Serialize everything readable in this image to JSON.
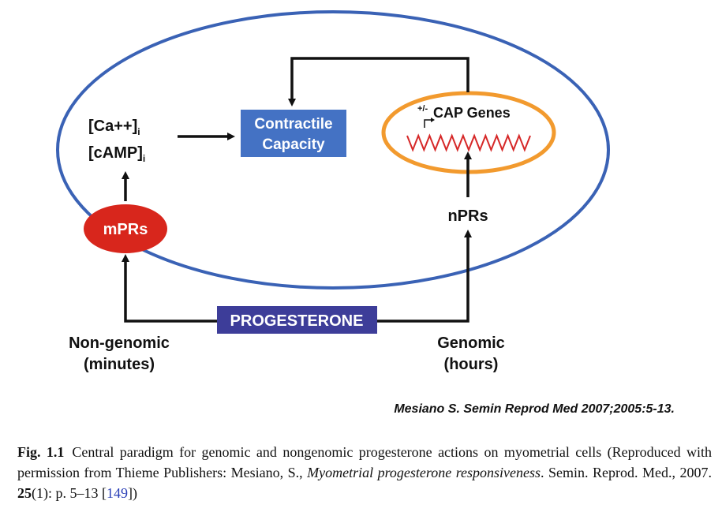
{
  "diagram": {
    "ca_label": "[Ca++]",
    "ca_sub": "i",
    "camp_label": "[cAMP]",
    "camp_sub": "i",
    "contractile_line1": "Contractile",
    "contractile_line2": "Capacity",
    "cap_sign": "+/-",
    "cap_genes": "CAP Genes",
    "mprs": "mPRs",
    "nprs": "nPRs",
    "progesterone": "PROGESTERONE",
    "nongenomic_line1": "Non-genomic",
    "nongenomic_line2": "(minutes)",
    "genomic_line1": "Genomic",
    "genomic_line2": "(hours)",
    "colors": {
      "cell_ellipse": "#3a62b5",
      "nucleus": "#f29a2e",
      "contractile_box": "#4472c4",
      "mprs": "#d8261c",
      "progesterone_box": "#3d3d99",
      "dna": "#d62828"
    }
  },
  "credit": "Mesiano S. Semin Reprod Med 2007;2005:5-13.",
  "caption": {
    "fig": "Fig. 1.1",
    "text1": "Central paradigm for genomic and nongenomic progesterone actions on myometrial cells (Reproduced with permission from Thieme Publishers: Mesiano, S., ",
    "italic": "Myometrial progesterone responsiveness",
    "text2": ". Semin. Reprod. Med., 2007. ",
    "bold": "25",
    "text3": "(1): p. 5–13 [",
    "ref": "149",
    "text4": "])"
  }
}
